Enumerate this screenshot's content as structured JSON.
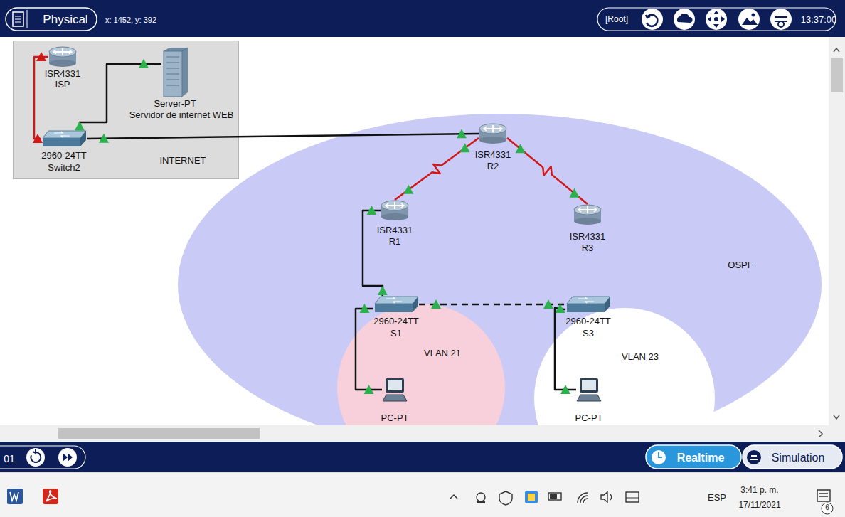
{
  "diagram": {
    "nodes": [
      {
        "text": [
          "INTERNET"
        ]
      },
      {
        "text": [
          "ISR4331",
          "ISP"
        ],
        "in": 0
      },
      {
        "text": [
          "Server-PT",
          "Servidor de internet WEB"
        ],
        "in": 0
      },
      {
        "text": [
          "2960-24TT",
          "Switch2"
        ],
        "in": 0
      },
      {
        "text": [
          "OSPF"
        ]
      },
      {
        "text": [
          "ISR4331",
          "R2"
        ],
        "in": 4
      },
      {
        "text": [
          "ISR4331",
          "R1"
        ],
        "in": 4
      },
      {
        "text": [
          "ISR4331",
          "R3"
        ],
        "in": 4
      },
      {
        "text": [
          "2960-24TT",
          "S1"
        ],
        "in": 4
      },
      {
        "text": [
          "2960-24TT",
          "S3"
        ],
        "in": 4
      },
      {
        "text": [
          "VLAN 21"
        ],
        "in": 4
      },
      {
        "text": [
          "PC-PT"
        ],
        "in": 10
      },
      {
        "text": [
          "VLAN 23"
        ],
        "in": 4
      },
      {
        "text": [
          "PC-PT"
        ],
        "in": 12
      }
    ],
    "edges": [
      {
        "from": 1,
        "to": 3,
        "arrow": "none"
      },
      {
        "from": 2,
        "to": 3,
        "arrow": "none"
      },
      {
        "from": 3,
        "to": 5,
        "arrow": "none"
      },
      {
        "from": 5,
        "to": 6,
        "arrow": "none"
      },
      {
        "from": 5,
        "to": 7,
        "arrow": "none"
      },
      {
        "from": 6,
        "to": 8,
        "arrow": "none"
      },
      {
        "from": 8,
        "to": 9,
        "arrow": "none"
      },
      {
        "from": 8,
        "to": 11,
        "arrow": "none"
      },
      {
        "from": 9,
        "to": 13,
        "arrow": "none"
      }
    ],
    "labels": [
      "Physical",
      "x: 1452, y: 392",
      "[Root]",
      "13:37:00",
      "01",
      "Realtime",
      "Simulation",
      "ESP",
      "3:41 p. m.",
      "17/11/2021",
      "6"
    ]
  }
}
